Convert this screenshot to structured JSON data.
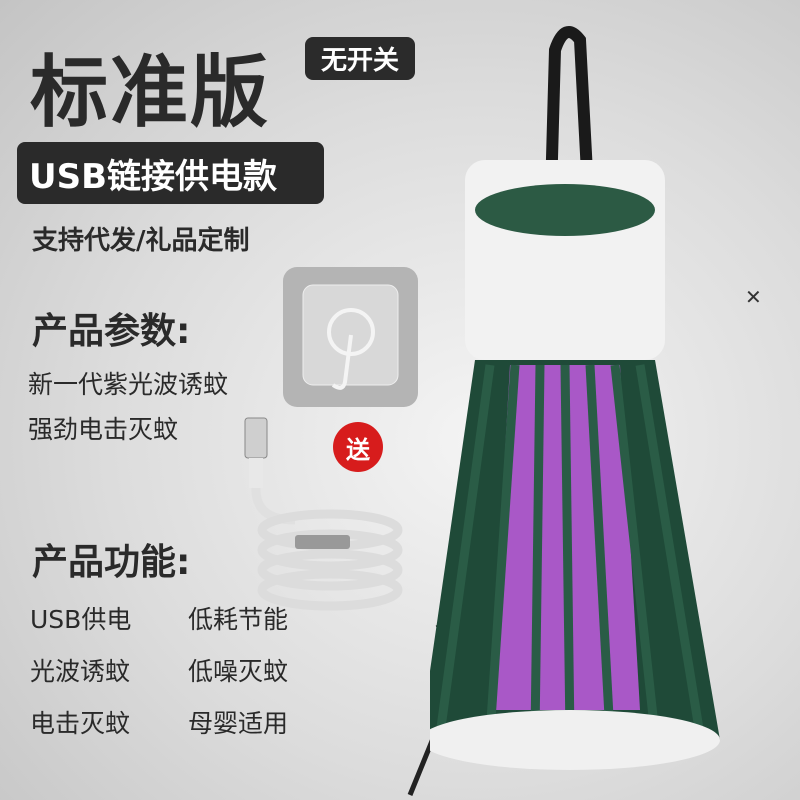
{
  "headline": "标准版",
  "switch_tag": "无开关",
  "power_badge": "USB链接供电款",
  "support_text": "支持代发/礼品定制",
  "params": {
    "heading": "产品参数:",
    "lines": [
      "新一代紫光波诱蚊",
      "强劲电击灭蚊"
    ]
  },
  "gift_badge": "送",
  "features": {
    "heading": "产品功能:",
    "items": [
      "USB供电",
      "低耗节能",
      "光波诱蚊",
      "低噪灭蚊",
      "电击灭蚊",
      "母婴适用"
    ]
  },
  "colors": {
    "lamp_green": "#1f4a38",
    "uv_purple": "#c25ae0",
    "badge_dark": "#2a2a2a",
    "gift_red": "#d71c1c"
  }
}
